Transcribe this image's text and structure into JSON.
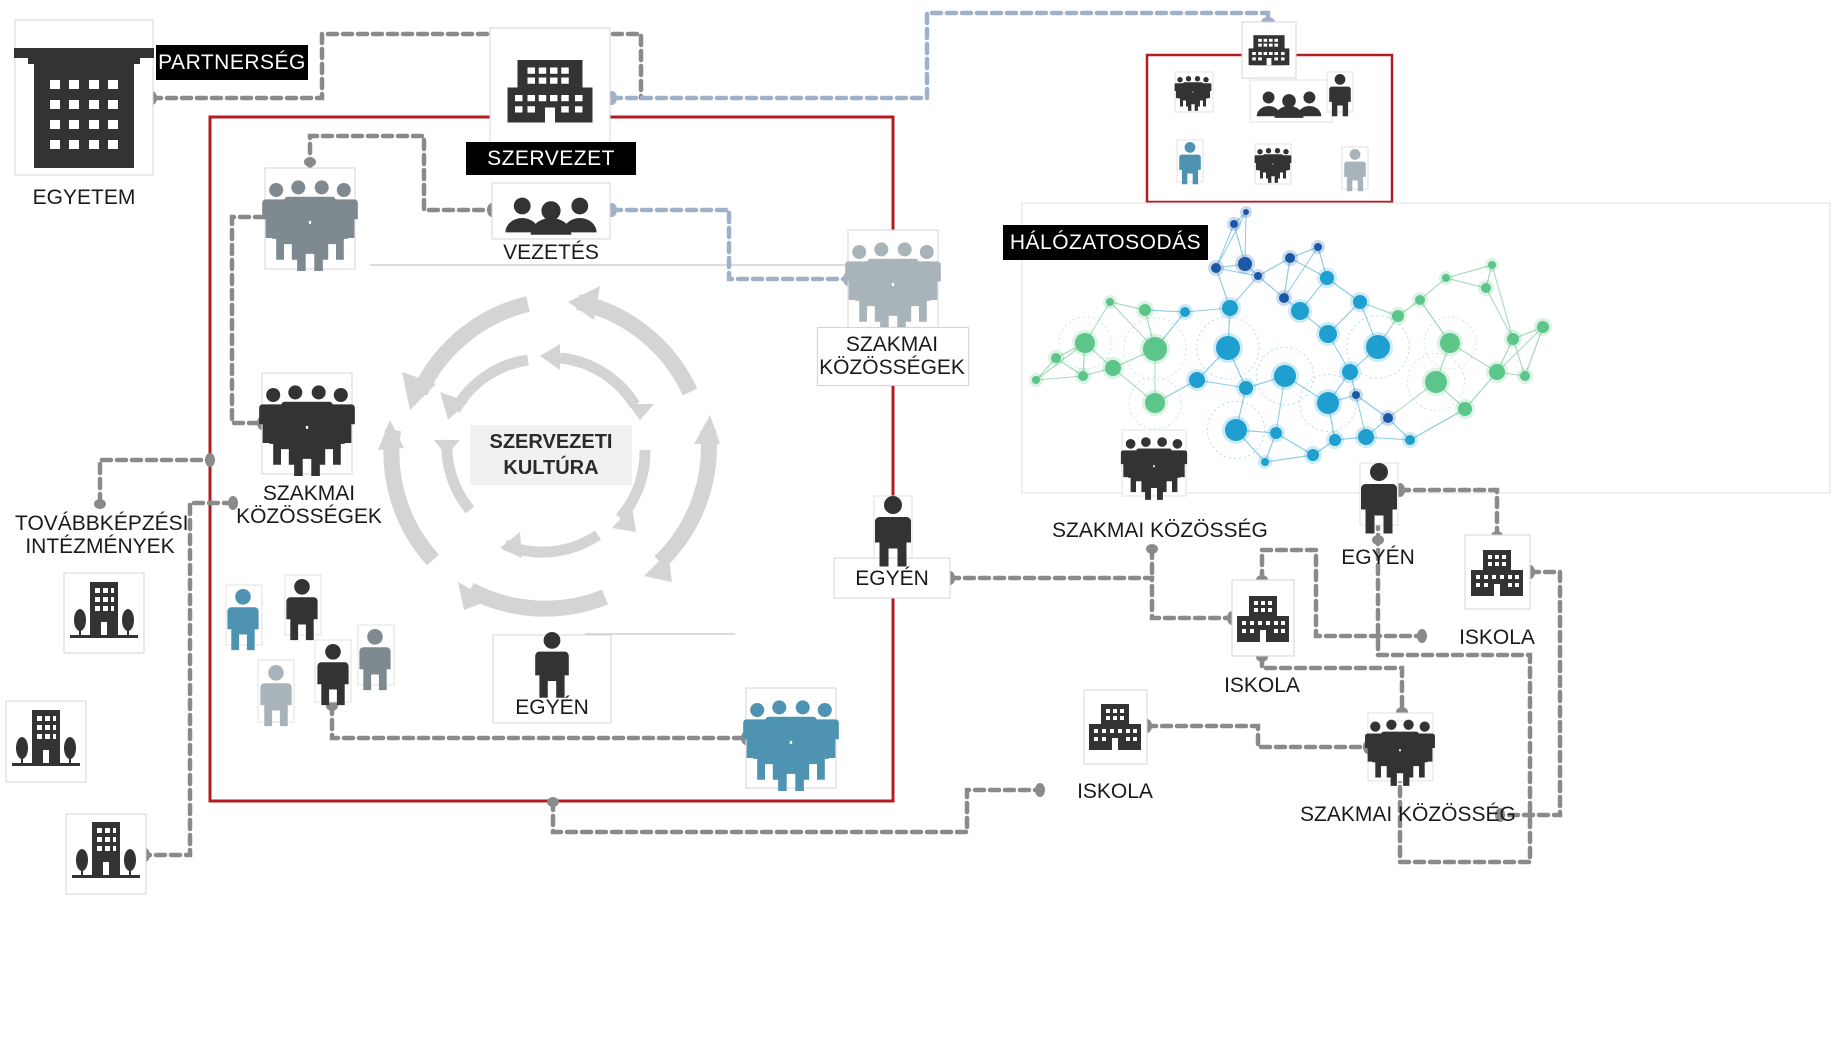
{
  "labels": {
    "partnerseg": "PARTNERSÉG",
    "egyetem": "EGYETEM",
    "szervezet": "SZERVEZET",
    "vezetes": "VEZETÉS",
    "szakmai_kozossegek_right_1": "SZAKMAI",
    "szakmai_kozossegek_right_2": "KÖZÖSSÉGEK",
    "szakmai_kozossegek_left_1": "SZAKMAI",
    "szakmai_kozossegek_left_2": "KÖZÖSSÉGEK",
    "szervezeti_kultura_1": "SZERVEZETI",
    "szervezeti_kultura_2": "KULTÚRA",
    "tovabbkepzesi_1": "TOVÁBBKÉPZÉSI",
    "tovabbkepzesi_2": "INTÉZMÉNYEK",
    "egyen_center": "EGYÉN",
    "egyen_border": "EGYÉN",
    "egyen_network": "EGYÉN",
    "halozatosodas": "HÁLÓZATOSODÁS",
    "szakmai_kozosseg_top": "SZAKMAI KÖZÖSSÉG",
    "szakmai_kozosseg_bottom": "SZAKMAI KÖZÖSSÉG",
    "iskola_1": "ISKOLA",
    "iskola_2": "ISKOLA",
    "iskola_3": "ISKOLA"
  },
  "colors": {
    "frame": "#b01e22",
    "connector_dark": "#8a8a8a",
    "connector_blue": "#9fb1c8",
    "icon_dark": "#333333",
    "icon_gray": "#7e8a90",
    "icon_light": "#a9b4ba",
    "icon_blue": "#4f93b2",
    "cycle": "#d4d4d4",
    "network_blue": "#1e9fd0",
    "network_green": "#5cc68a",
    "network_dark": "#1c58a8"
  },
  "icons": [
    "university-building-icon",
    "office-building-icon",
    "leadership-group-icon",
    "crowd-icon",
    "person-icon",
    "school-building-icon",
    "city-building-icon",
    "network-graph-icon",
    "cycle-arrows-icon"
  ]
}
